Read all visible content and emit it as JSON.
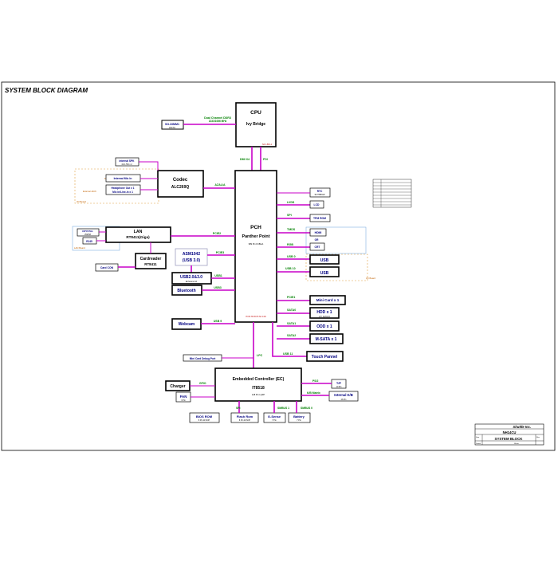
{
  "title": "SYSTEM BLOCK DIAGRAM",
  "cpu": {
    "title": "CPU",
    "name": "Ivy Bridge",
    "pkg": "S4 J-BO-1"
  },
  "memory": {
    "label": "SO-DIMM1",
    "sub": "204 Pin",
    "bus": "Dual Channel DDR3",
    "speed": "1333/1066 MHz"
  },
  "links": {
    "dmi": "DMI X4",
    "fdi": "FDI",
    "azalia": "AZALIA",
    "pcie2": "PCIE2",
    "pcie3": "PCIE3",
    "usb1": "USB1",
    "usb3": "USB3",
    "usb9": "USB 9",
    "usb11": "USB 11",
    "lpc": "LPC",
    "spi": "SPI",
    "smbus1": "SMBUS 1",
    "smbus0": "SMBUS 0",
    "ps2": "PS/2",
    "kbmatrix": "K/B Matrix",
    "gpio": "GPIO"
  },
  "pch": {
    "title": "PCH",
    "name": "Panther Point",
    "sub": "989 Pin FCBGA",
    "pkg": "HI F8 HI P2 F5 SC 0.00"
  },
  "pch_right": {
    "rtc": "RTC",
    "rtc_sub": "32.768KHZ",
    "lvds": "LVDS",
    "lcd": "LCD",
    "spi": "SPI",
    "tpm": "TPM ROM",
    "tmds": "TMDS",
    "hdmi": "HDMI",
    "or": "OR",
    "rgb": "RGB",
    "crt": "CRT",
    "usb0": "USB 0",
    "usb_a": "USB",
    "usb10": "USB 10",
    "usb_b": "USB",
    "pcie1": "PCIE1",
    "minicard": "Mini Card x 1",
    "sata0": "SATA0",
    "hdd": "HDD x 1",
    "hdd_sub": "2.5\" SATA3.0",
    "sata1": "SATA1",
    "odd": "ODD x 1",
    "sata2": "SATA2",
    "msata": "M-SATA x 1",
    "touch": "Touch Pannel",
    "io_board": "I/O Board"
  },
  "codec": {
    "title": "Codec",
    "name": "ALC269Q",
    "spk": "Internal SPK",
    "spk_sub": "4Ω 1.5W x 2",
    "dmic": "DMIC",
    "mic": "Internal Mic In",
    "ext": "External JACK",
    "jack1": "Headphone Out x 1",
    "jack2": "Mic In/Line-in x 1",
    "io_board": "I/O Board"
  },
  "lan": {
    "title": "LAN",
    "name": "RT8411(Giga)",
    "crystal": "CRYSTAL",
    "crystal_sub": "25MHZ",
    "rj45": "RJ45",
    "lan_board": "LAN Board"
  },
  "card": {
    "title": "Cardreader",
    "name": "RT8411",
    "con": "Card CON"
  },
  "asm": {
    "name": "ASM1042",
    "sub": "(USB 3.0)"
  },
  "usb30": {
    "name": "USB2.0&3.0",
    "sub": "Enhance 2A"
  },
  "bluetooth": "Bluetooth",
  "webcam": "Webcam",
  "debug": "Mini Card Debug Port",
  "ec": {
    "title": "Embedded Controller (EC)",
    "name": "IT8518",
    "sub": "128 Pin LQFP"
  },
  "ec_peri": {
    "charger": "Charger",
    "fan": "FAN",
    "fan_sub": "3 Pin",
    "tp": "T/P",
    "tp_sub": "10 Pin",
    "kb": "Internal K/B",
    "kb_sub": "26 Pin",
    "bios": "BIOS ROM",
    "bios_sub": "8 Pin W-SOP",
    "flash": "Flash Rom",
    "flash_sub": "8 Pin W-SOP",
    "gsense": "G-Sense",
    "gsense_sub": "7 Pin",
    "battery": "Battery",
    "battery_sub": "7 Pin"
  },
  "titleblock": {
    "company": "Shuttle Inc.",
    "model": "NH14CU",
    "doc": "SYSTEM BLOCK",
    "size": "Size",
    "rev": "Rev",
    "dated": "Dated",
    "sheet": "Sheet"
  },
  "colors": {
    "wire": "#c800c8",
    "label": "#000080",
    "bus_green": "#008000"
  }
}
